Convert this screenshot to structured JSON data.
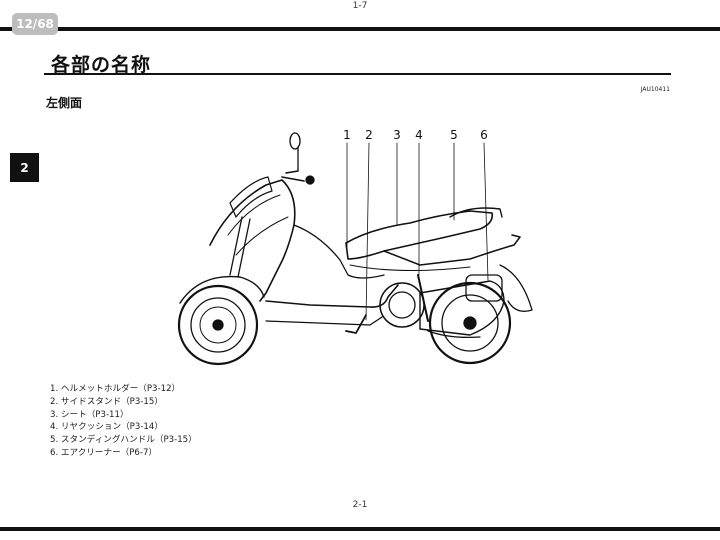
{
  "viewer": {
    "page_indicator": "12/68",
    "header_page": "1-7"
  },
  "page": {
    "title": "各部の名称",
    "code": "JAU10411",
    "section": "左側面",
    "chapter_tab": "2",
    "footer_page": "2-1"
  },
  "diagram": {
    "callouts": [
      "1",
      "2",
      "3",
      "4",
      "5",
      "6"
    ]
  },
  "parts": [
    "1. ヘルメットホルダー（P3-12）",
    "2. サイドスタンド（P3-15）",
    "3. シート（P3-11）",
    "4. リヤクッション（P3-14）",
    "5. スタンディングハンドル（P3-15）",
    "6. エアクリーナー（P6-7）"
  ]
}
